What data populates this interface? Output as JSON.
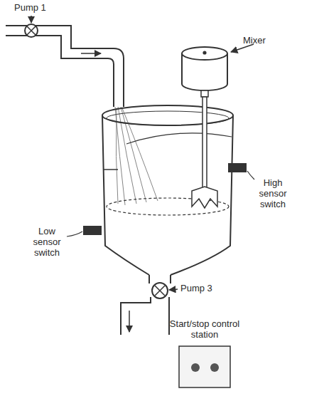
{
  "diagram": {
    "labels": [
      "Pump 1",
      "Mixer",
      "High sensor switch",
      "Low sensor switch",
      "Pump 3",
      "Start/stop control station"
    ]
  }
}
